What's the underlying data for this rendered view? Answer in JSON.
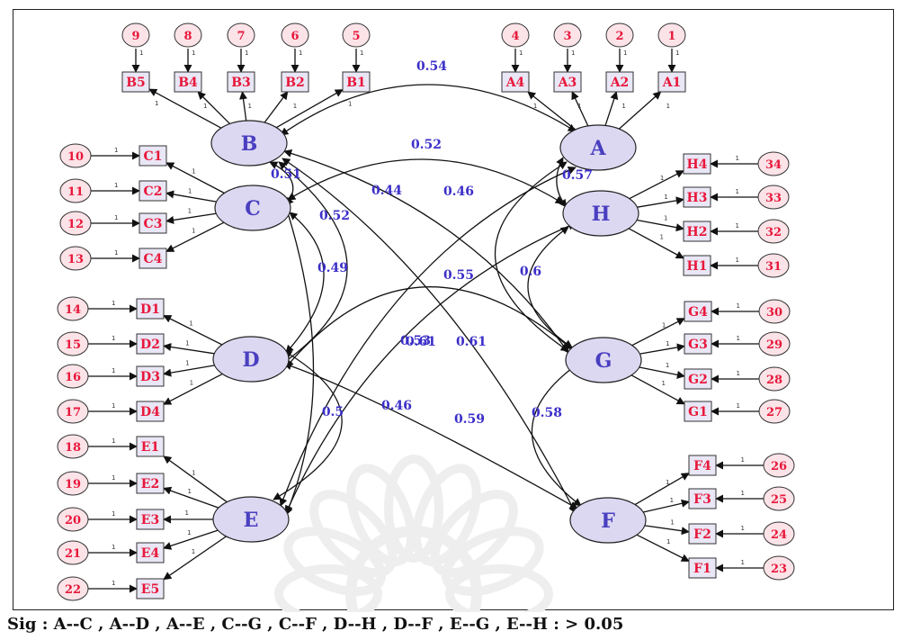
{
  "colors": {
    "latent_fill": "#dcd8f2",
    "latent_stroke": "#222222",
    "latent_text": "#4a3fc0",
    "indicator_fill": "#e9e6f5",
    "indicator_text": "#e8173a",
    "error_fill": "#fbe3e8",
    "error_text": "#e8173a",
    "coef_text": "#3b2fc8",
    "line": "#111111",
    "watermark": "#eeeeee"
  },
  "latents": [
    {
      "id": "B",
      "label": "B",
      "indicators": [
        "B5",
        "B4",
        "B3",
        "B2",
        "B1"
      ],
      "errors": [
        "9",
        "8",
        "7",
        "6",
        "5"
      ]
    },
    {
      "id": "A",
      "label": "A",
      "indicators": [
        "A4",
        "A3",
        "A2",
        "A1"
      ],
      "errors": [
        "4",
        "3",
        "2",
        "1"
      ]
    },
    {
      "id": "C",
      "label": "C",
      "indicators": [
        "C1",
        "C2",
        "C3",
        "C4"
      ],
      "errors": [
        "10",
        "11",
        "12",
        "13"
      ]
    },
    {
      "id": "H",
      "label": "H",
      "indicators": [
        "H4",
        "H3",
        "H2",
        "H1"
      ],
      "errors": [
        "34",
        "33",
        "32",
        "31"
      ]
    },
    {
      "id": "D",
      "label": "D",
      "indicators": [
        "D1",
        "D2",
        "D3",
        "D4"
      ],
      "errors": [
        "14",
        "15",
        "16",
        "17"
      ]
    },
    {
      "id": "G",
      "label": "G",
      "indicators": [
        "G4",
        "G3",
        "G2",
        "G1"
      ],
      "errors": [
        "30",
        "29",
        "28",
        "27"
      ]
    },
    {
      "id": "E",
      "label": "E",
      "indicators": [
        "E1",
        "E2",
        "E3",
        "E4",
        "E5"
      ],
      "errors": [
        "18",
        "19",
        "20",
        "21",
        "22"
      ]
    },
    {
      "id": "F",
      "label": "F",
      "indicators": [
        "F4",
        "F3",
        "F2",
        "F1"
      ],
      "errors": [
        "26",
        "25",
        "24",
        "23"
      ]
    }
  ],
  "loading_mark": "1",
  "covariances": [
    {
      "from": "B",
      "to": "A",
      "value": "0.54"
    },
    {
      "from": "C",
      "to": "H",
      "value": "0.52"
    },
    {
      "from": "B",
      "to": "C",
      "value": "0.51"
    },
    {
      "from": "B",
      "to": "G",
      "value": "0.44"
    },
    {
      "from": "A",
      "to": "H",
      "value": "0.57"
    },
    {
      "from": "C",
      "to": "D",
      "value": "0.52"
    },
    {
      "from": "A",
      "to": "G",
      "value": "0.46"
    },
    {
      "from": "A",
      "to": "E",
      "value": "0.61"
    },
    {
      "from": "B",
      "to": "D",
      "value": "0.49"
    },
    {
      "from": "H",
      "to": "G",
      "value": "0.6"
    },
    {
      "from": "B",
      "to": "F",
      "value": "0.55"
    },
    {
      "from": "D",
      "to": "G",
      "value": "0.53"
    },
    {
      "from": "H",
      "to": "E",
      "value": "0.61"
    },
    {
      "from": "D",
      "to": "E",
      "value": "0.5"
    },
    {
      "from": "C",
      "to": "E",
      "value": "0.46"
    },
    {
      "from": "D",
      "to": "F",
      "value": "0.59"
    },
    {
      "from": "G",
      "to": "F",
      "value": "0.58"
    }
  ],
  "footer": {
    "significance": "Sig : A--C , A--D , A--E , C--G , C--F , D--H , D--F , E--G , E--H : > 0.05"
  }
}
